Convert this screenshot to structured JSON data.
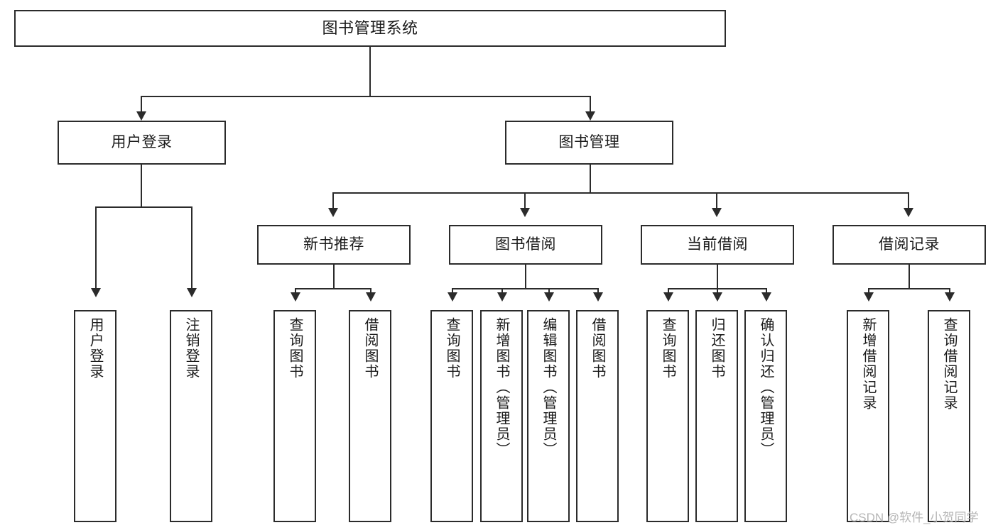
{
  "diagram": {
    "title": "图书管理系统",
    "type": "tree-hierarchy-diagram",
    "root": {
      "label": "图书管理系统"
    },
    "level2": [
      {
        "label": "用户登录"
      },
      {
        "label": "图书管理"
      }
    ],
    "level3": [
      {
        "label": "新书推荐"
      },
      {
        "label": "图书借阅"
      },
      {
        "label": "当前借阅"
      },
      {
        "label": "借阅记录"
      }
    ],
    "leaves": {
      "user_login": [
        {
          "label": "用户登录"
        },
        {
          "label": "注销登录"
        }
      ],
      "new_book_recommend": [
        {
          "label": "查询图书"
        },
        {
          "label": "借阅图书"
        }
      ],
      "book_borrow": [
        {
          "label": "查询图书"
        },
        {
          "label": "新增图书（管理员）"
        },
        {
          "label": "编辑图书（管理员）"
        },
        {
          "label": "借阅图书"
        }
      ],
      "current_borrow": [
        {
          "label": "查询图书"
        },
        {
          "label": "归还图书"
        },
        {
          "label": "确认归还（管理员）"
        }
      ],
      "borrow_record": [
        {
          "label": "新增借阅记录"
        },
        {
          "label": "查询借阅记录"
        }
      ]
    }
  },
  "watermark": {
    "text": "CSDN @软件_小贺同学"
  },
  "colors": {
    "box_border": "#2b2b2b",
    "box_fill": "#ffffff",
    "text": "#1a1a1a",
    "connector": "#2b2b2b",
    "watermark": "#b6b6b6",
    "background": "#ffffff"
  }
}
